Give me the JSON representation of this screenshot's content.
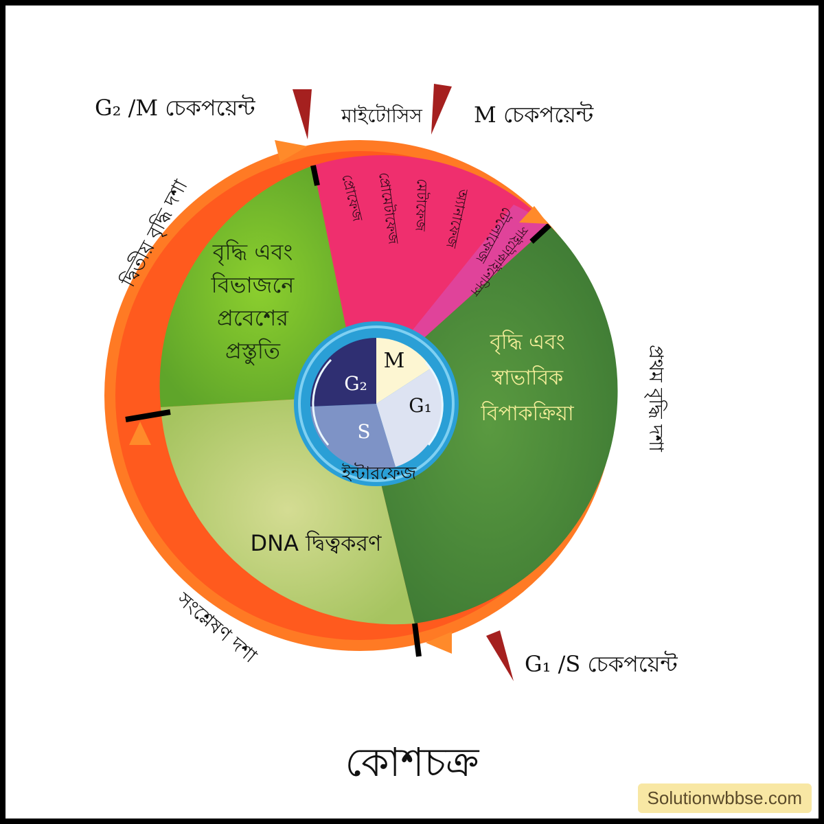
{
  "title": "কোশচক্র",
  "watermark": "Solutionwbbse.com",
  "checkpoints": {
    "g2m": "G₂ /M চেকপয়েন্ট",
    "m": "M চেকপয়েন্ট",
    "g1s": "G₁ /S চেকপয়েন্ট"
  },
  "outer_labels": {
    "mitosis": "মাইটোসিস",
    "g2_phase": "দ্বিতীয় বৃদ্ধি দশা",
    "g1_phase": "প্রথম বৃদ্ধি দশা",
    "s_phase": "সংশ্লেষণ দশা"
  },
  "sectors": {
    "g2": [
      "বৃদ্ধি এবং",
      "বিভাজনে",
      "প্রবেশের",
      "প্রস্তুতি"
    ],
    "g1": [
      "বৃদ্ধি এবং",
      "স্বাভাবিক",
      "বিপাকক্রিয়া"
    ],
    "s": [
      "DNA দ্বিত্বকরণ"
    ]
  },
  "mitosis_stages": [
    "প্রোফেজ",
    "প্রোমেটাফেজ",
    "মেটাফেজ",
    "অ্যানাফেজ",
    "টেলোফেজ",
    "সাইটোকাইনেসিস"
  ],
  "inner": {
    "m": "M",
    "g1": "G₁",
    "g2": "G₂",
    "s": "S",
    "interphase": "ইন্টারফেজ"
  },
  "colors": {
    "g2_green": "#7dba2c",
    "g1_green": "#4e8a3c",
    "s_green": "#b9cf78",
    "mitosis_pink": "#ef2f6e",
    "ring_orange": "#ff6a1e",
    "marker_red": "#a5201f",
    "inner_blue": "#2a9fd6"
  }
}
